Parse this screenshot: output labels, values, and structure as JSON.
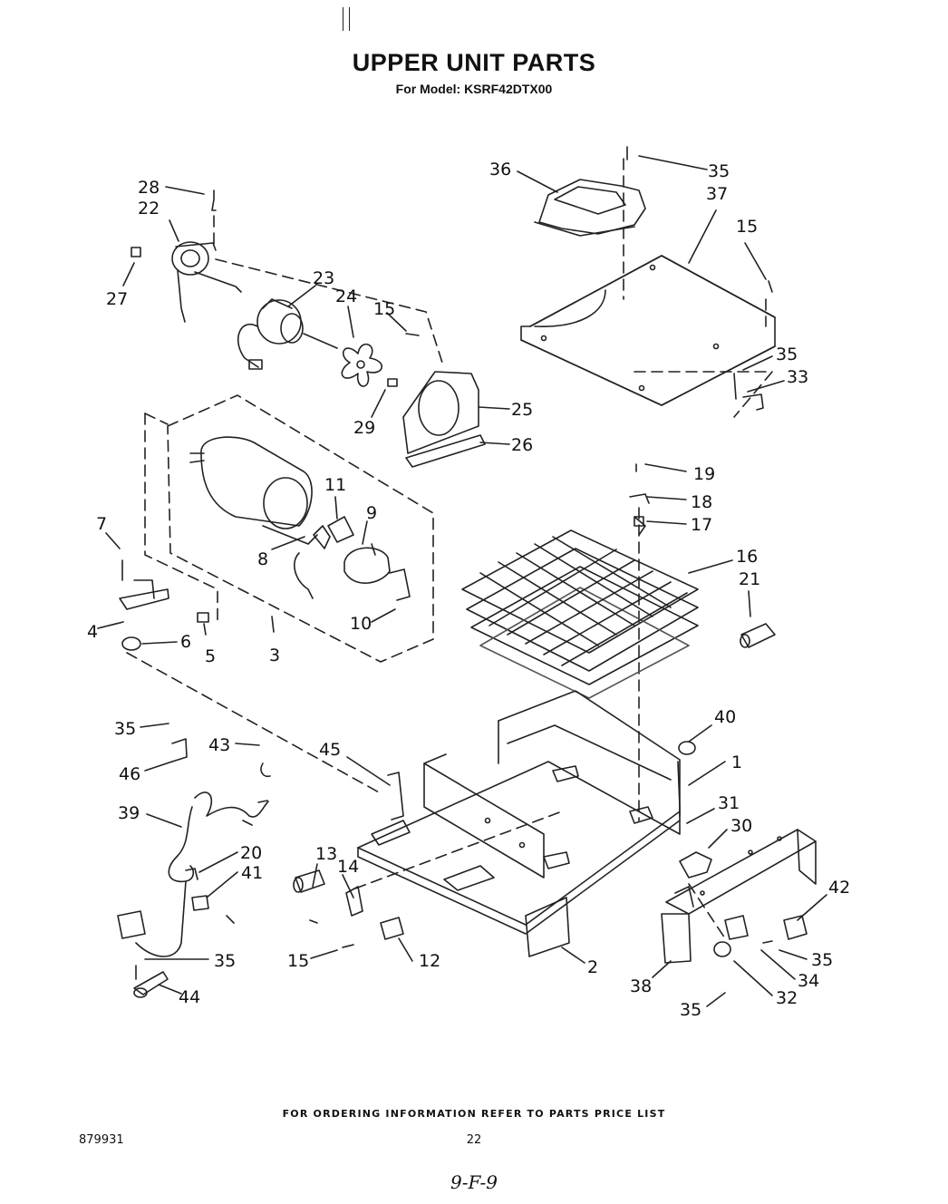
{
  "header": {
    "title": "UPPER UNIT PARTS",
    "subtitle": "For Model: KSRF42DTX00"
  },
  "callouts": [
    {
      "n": "28"
    },
    {
      "n": "22"
    },
    {
      "n": "27"
    },
    {
      "n": "23"
    },
    {
      "n": "24"
    },
    {
      "n": "15"
    },
    {
      "n": "29"
    },
    {
      "n": "25"
    },
    {
      "n": "26"
    },
    {
      "n": "36"
    },
    {
      "n": "35"
    },
    {
      "n": "37"
    },
    {
      "n": "15"
    },
    {
      "n": "35"
    },
    {
      "n": "33"
    },
    {
      "n": "11"
    },
    {
      "n": "9"
    },
    {
      "n": "8"
    },
    {
      "n": "7"
    },
    {
      "n": "4"
    },
    {
      "n": "6"
    },
    {
      "n": "5"
    },
    {
      "n": "3"
    },
    {
      "n": "10"
    },
    {
      "n": "19"
    },
    {
      "n": "18"
    },
    {
      "n": "17"
    },
    {
      "n": "16"
    },
    {
      "n": "21"
    },
    {
      "n": "35"
    },
    {
      "n": "43"
    },
    {
      "n": "45"
    },
    {
      "n": "46"
    },
    {
      "n": "40"
    },
    {
      "n": "1"
    },
    {
      "n": "31"
    },
    {
      "n": "30"
    },
    {
      "n": "39"
    },
    {
      "n": "20"
    },
    {
      "n": "41"
    },
    {
      "n": "13"
    },
    {
      "n": "14"
    },
    {
      "n": "42"
    },
    {
      "n": "15"
    },
    {
      "n": "12"
    },
    {
      "n": "2"
    },
    {
      "n": "35"
    },
    {
      "n": "35"
    },
    {
      "n": "34"
    },
    {
      "n": "38"
    },
    {
      "n": "32"
    },
    {
      "n": "35"
    },
    {
      "n": "44"
    }
  ],
  "footer": {
    "note": "FOR ORDERING INFORMATION REFER TO PARTS PRICE LIST",
    "doc_number": "879931",
    "page_number": "22",
    "handwritten": "9-F-9"
  }
}
